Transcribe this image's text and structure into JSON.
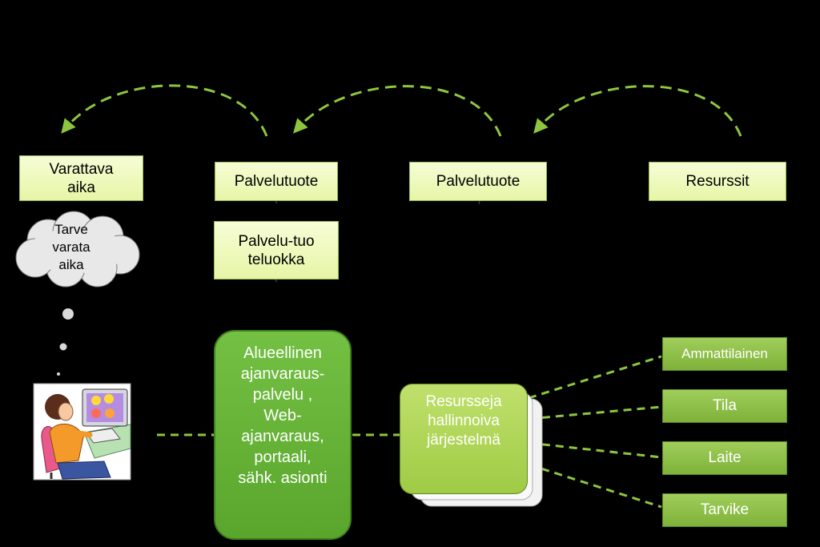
{
  "nodes": {
    "varattava_aika": "Varattava aika",
    "palvelutuote_1": "Palvelutuote",
    "palvelutuote_2": "Palvelutuote",
    "resurssit": "Resurssit",
    "palvelutuoteluokka": "Palvelu-tuoteluokka",
    "alueellinen": "Alueellinen ajanvaraus-palvelu , Web-ajanvaraus, portaali, sähk. asionti",
    "resursseja": "Resursseja hallinnoiva järjestelmä"
  },
  "thought_cloud": "Tarve varata aika",
  "resource_items": [
    "Ammattilainen",
    "Tila",
    "Laite",
    "Tarvike"
  ],
  "colors": {
    "background": "#000000",
    "light_box": "#e6f6a6",
    "green_box": "#6db33f",
    "connector": "#8cc63f"
  },
  "icons": {
    "user": "person-at-computer-icon"
  }
}
